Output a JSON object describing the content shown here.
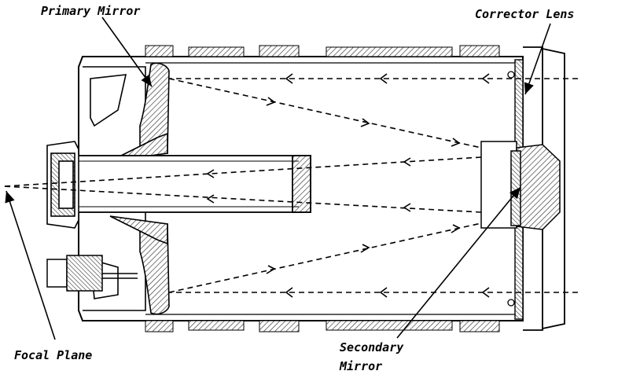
{
  "labels": {
    "primary_mirror": "Primary Mirror",
    "corrector_lens": "Corrector Lens",
    "focal_plane": "Focal Plane",
    "secondary_mirror_line1": "Secondary",
    "secondary_mirror_line2": "Mirror"
  },
  "colors": {
    "ink": "#000000",
    "background": "#ffffff",
    "hatch": "#555555"
  }
}
